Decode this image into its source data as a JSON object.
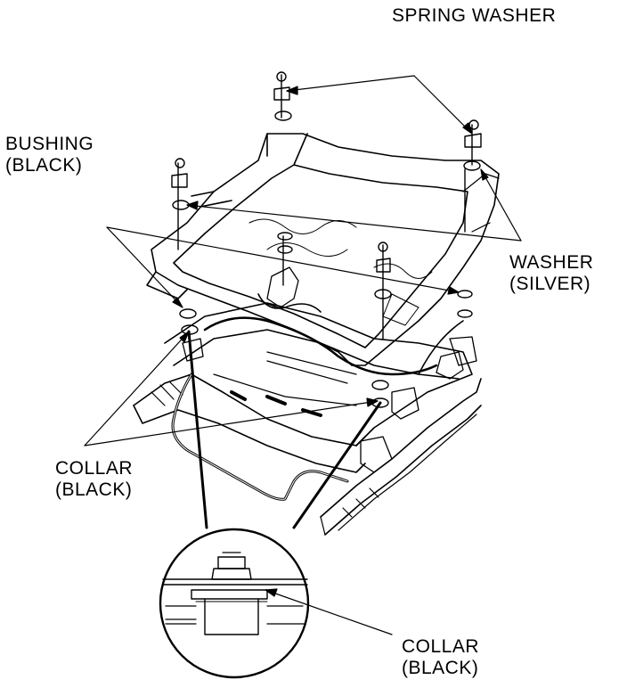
{
  "labels": {
    "spring_washer": "SPRING WASHER",
    "bushing": [
      "BUSHING",
      "(BLACK)"
    ],
    "washer": [
      "WASHER",
      "(SILVER)"
    ],
    "collar_left": [
      "COLLAR",
      "(BLACK)"
    ],
    "collar_detail": [
      "COLLAR",
      "(BLACK)"
    ]
  },
  "colors": {
    "line": "#000000",
    "background": "#ffffff"
  }
}
